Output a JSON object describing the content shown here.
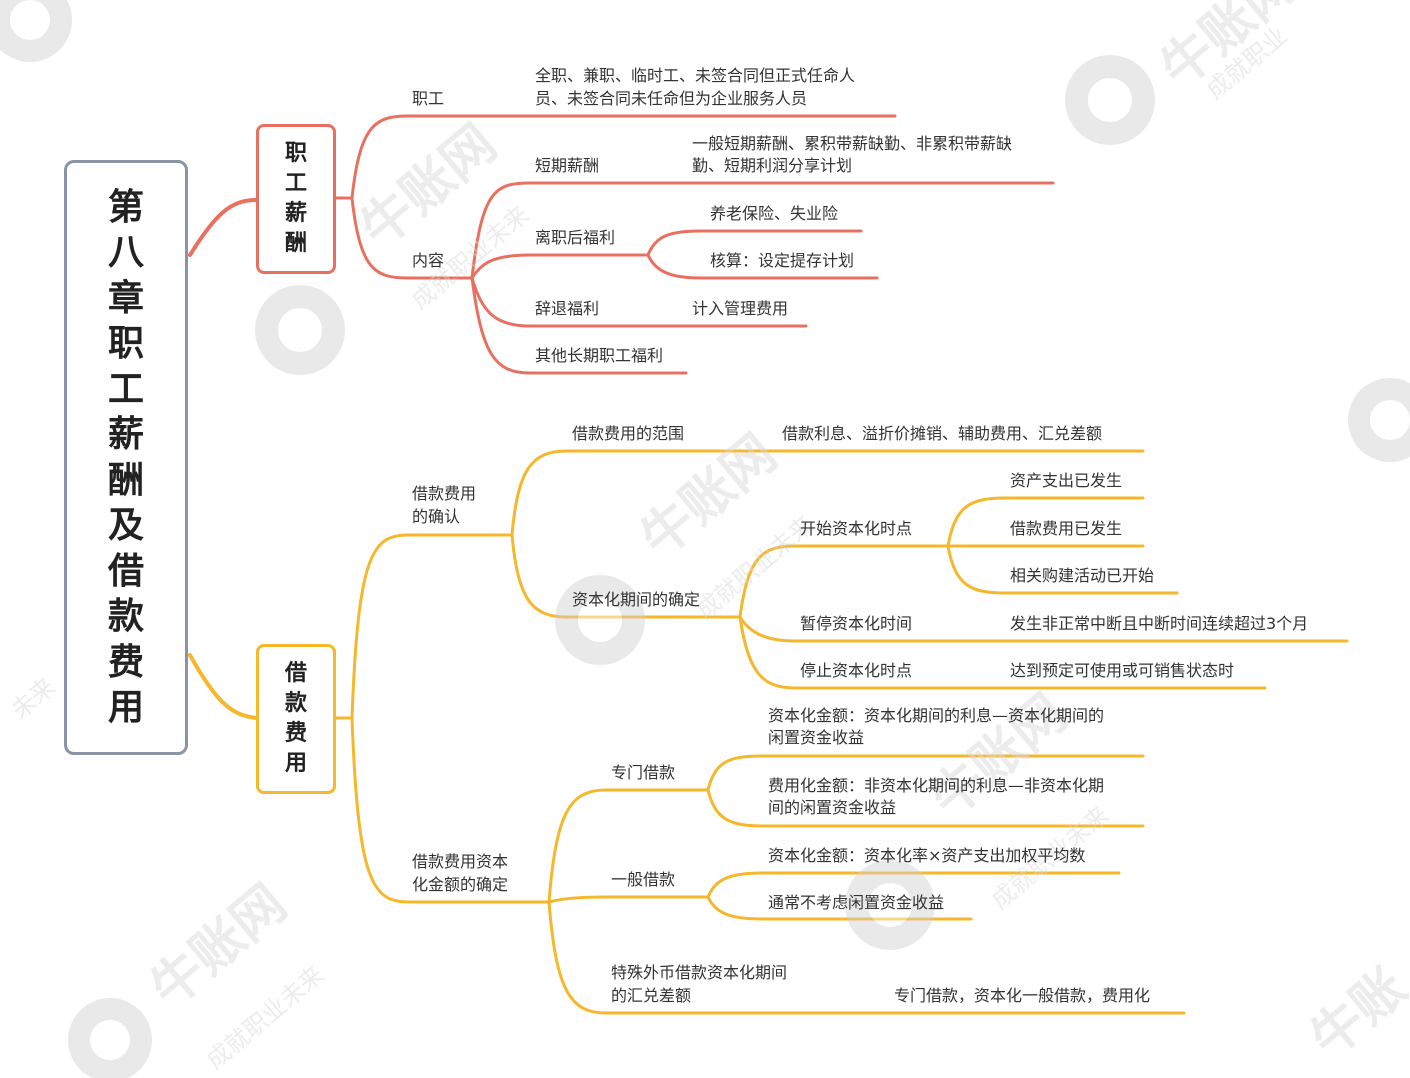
{
  "root": {
    "title": "第八章职工薪酬及借款费用"
  },
  "salary": {
    "title": "职工薪酬",
    "staff": {
      "label": "职工",
      "detail_lines": [
        "全职、兼职、临时工、未签合同但正式任命人",
        "员、未签合同未任命但为企业服务人员"
      ]
    },
    "content": {
      "label": "内容",
      "short_term": {
        "label": "短期薪酬",
        "detail_lines": [
          "一般短期薪酬、累积带薪缺勤、非累积带薪缺",
          "勤、短期利润分享计划"
        ]
      },
      "post_employment": {
        "label": "离职后福利",
        "item1": "养老保险、失业险",
        "item2": "核算：设定提存计划"
      },
      "termination": {
        "label": "辞退福利",
        "detail": "计入管理费用"
      },
      "other_long_term": {
        "label": "其他长期职工福利"
      }
    }
  },
  "borrowing": {
    "title": "借款费用",
    "recognition": {
      "label_lines": [
        "借款费用",
        "的确认"
      ],
      "scope": {
        "label": "借款费用的范围",
        "detail": "借款利息、溢折价摊销、辅助费用、汇兑差额"
      },
      "period": {
        "label": "资本化期间的确定",
        "start": {
          "label": "开始资本化时点",
          "conditions": [
            "资产支出已发生",
            "借款费用已发生",
            "相关购建活动已开始"
          ]
        },
        "suspend": {
          "label": "暂停资本化时间",
          "detail": "发生非正常中断且中断时间连续超过3个月"
        },
        "stop": {
          "label": "停止资本化时点",
          "detail": "达到预定可使用或可销售状态时"
        }
      }
    },
    "amount": {
      "label_lines": [
        "借款费用资本",
        "化金额的确定"
      ],
      "special": {
        "label": "专门借款",
        "capitalized_lines": [
          "资本化金额：资本化期间的利息—资本化期间的",
          "闲置资金收益"
        ],
        "expensed_lines": [
          "费用化金额：非资本化期间的利息—非资本化期",
          "间的闲置资金收益"
        ]
      },
      "general": {
        "label": "一般借款",
        "item1": "资本化金额：资本化率×资产支出加权平均数",
        "item2": "通常不考虑闲置资金收益"
      },
      "fx": {
        "label_lines": [
          "特殊外币借款资本化期间",
          "的汇兑差额"
        ],
        "detail": "专门借款，资本化一般借款，费用化"
      }
    }
  },
  "colors": {
    "salary": "#e87060",
    "borrowing": "#f5b72c",
    "root_border": "#8a94a6"
  },
  "watermark": {
    "brand": "牛账网",
    "slogan": "成就职业未来"
  }
}
